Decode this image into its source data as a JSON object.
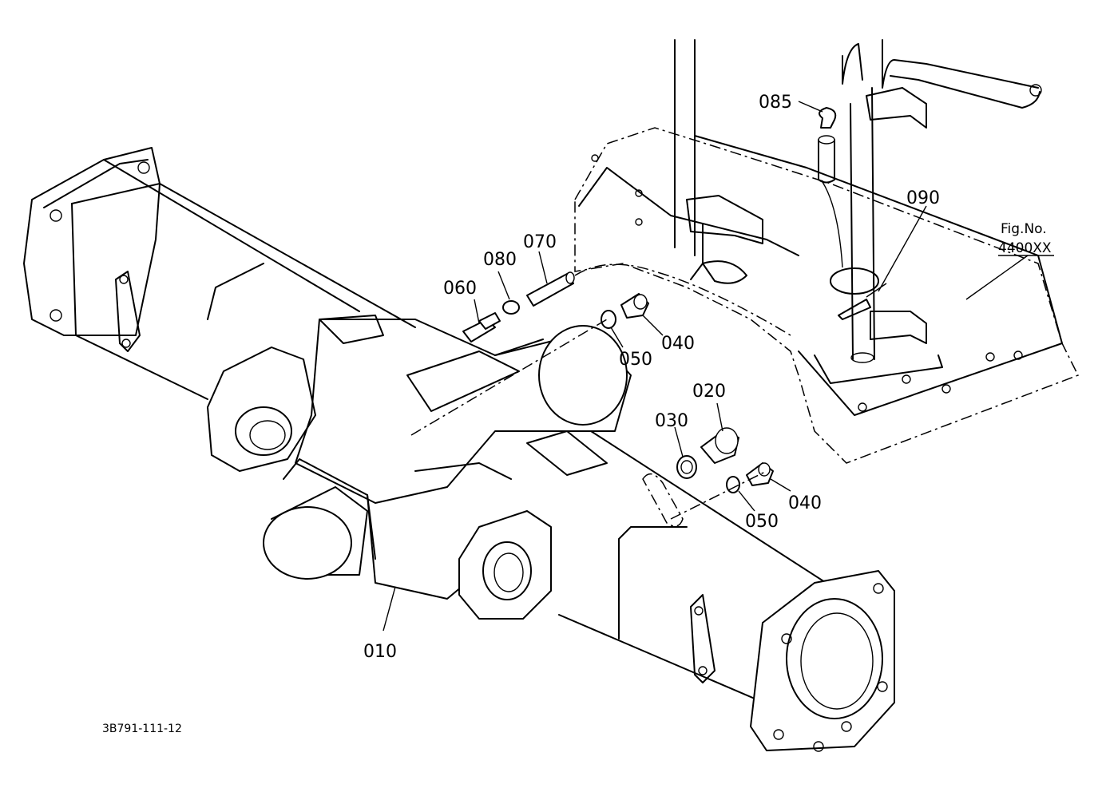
{
  "parts": [
    {
      "id": "010",
      "label": "010"
    },
    {
      "id": "020",
      "label": "020"
    },
    {
      "id": "030",
      "label": "030"
    },
    {
      "id": "040a",
      "label": "040"
    },
    {
      "id": "040b",
      "label": "040"
    },
    {
      "id": "050a",
      "label": "050"
    },
    {
      "id": "050b",
      "label": "050"
    },
    {
      "id": "060",
      "label": "060"
    },
    {
      "id": "070",
      "label": "070"
    },
    {
      "id": "080",
      "label": "080"
    },
    {
      "id": "085",
      "label": "085"
    },
    {
      "id": "090",
      "label": "090"
    }
  ],
  "figure_ref": {
    "line1": "Fig.No.",
    "line2": "4400XX"
  },
  "drawing_code": "3B791-111-12"
}
